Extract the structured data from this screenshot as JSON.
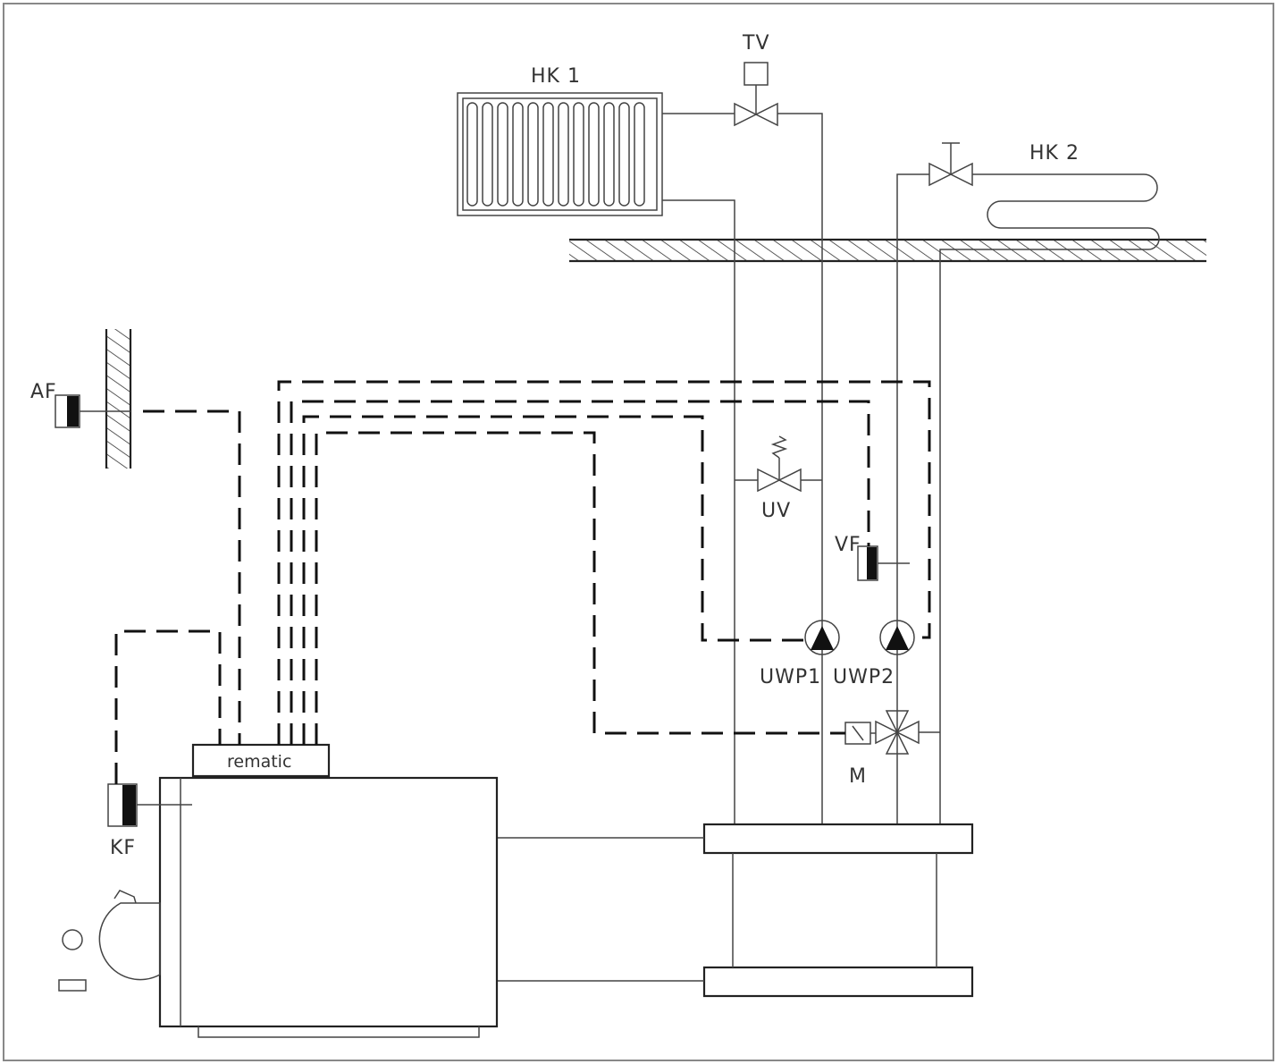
{
  "labels": {
    "hk1": "HK 1",
    "hk2": "HK 2",
    "tv": "TV",
    "af": "AF",
    "uv": "UV",
    "vf": "VF",
    "uwp1": "UWP1",
    "uwp2": "UWP2",
    "m": "M",
    "rematic": "rematic",
    "kf": "KF"
  },
  "colors": {
    "line": "#444444",
    "fill_dark": "#111111",
    "background": "#ffffff"
  }
}
